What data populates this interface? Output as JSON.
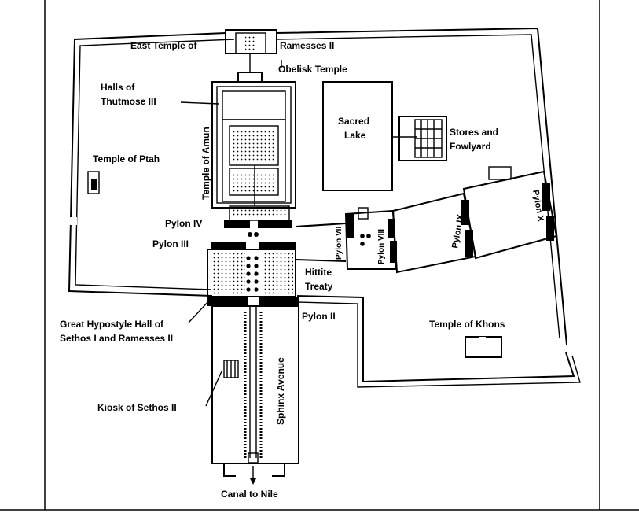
{
  "map": {
    "labels": {
      "east_temple_of": "East Temple of",
      "ramesses_ii": "Ramesses II",
      "obelisk_temple": "Obelisk Temple",
      "halls_of_line1": "Halls of",
      "halls_of_line2": "Thutmose III",
      "temple_of_amun": "Temple of Amun",
      "sacred_lake_line1": "Sacred",
      "sacred_lake_line2": "Lake",
      "stores_line1": "Stores and",
      "stores_line2": "Fowlyard",
      "temple_of_ptah": "Temple of Ptah",
      "pylon_iv": "Pylon IV",
      "pylon_iii": "Pylon III",
      "pylon_vii": "Pylon VII",
      "pylon_viii": "Pylon VIII",
      "pylon_ix": "Pylon IX",
      "pylon_x": "Pylon X",
      "hittite_line1": "Hittite",
      "hittite_line2": "Treaty",
      "great_hypostyle_line1": "Great Hypostyle Hall of",
      "great_hypostyle_line2": "Sethos I and Ramesses II",
      "pylon_ii": "Pylon II",
      "temple_of_khons": "Temple of Khons",
      "sphinx_avenue": "Sphinx Avenue",
      "kiosk_of_sethos": "Kiosk of Sethos II",
      "canal_to_nile": "Canal to Nile"
    }
  }
}
